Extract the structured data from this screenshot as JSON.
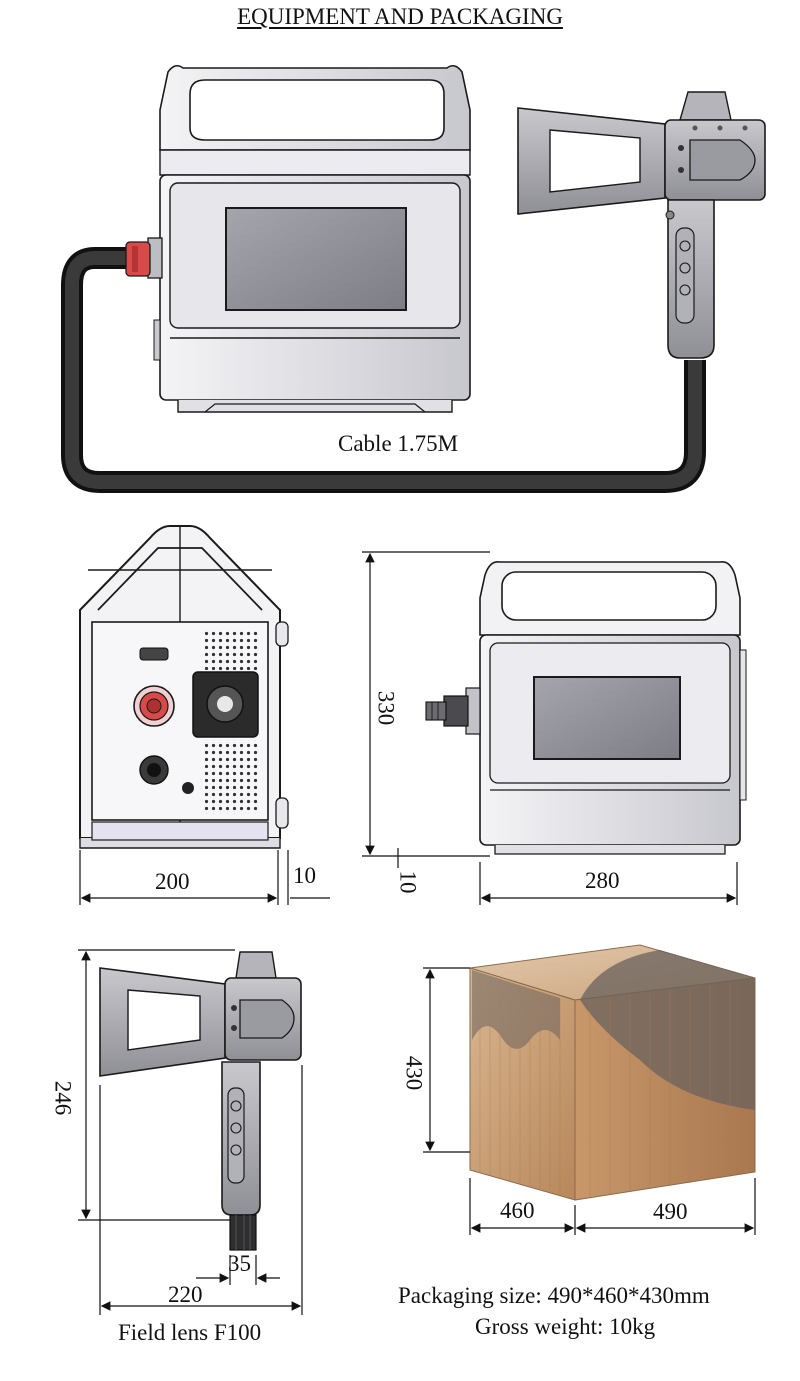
{
  "title": "EQUIPMENT AND PACKAGING",
  "labels": {
    "cable": "Cable 1.75M",
    "field_lens": "Field lens F100",
    "packaging_size": "Packaging size: 490*460*430mm",
    "gross_weight": "Gross weight: 10kg"
  },
  "dimensions": {
    "side_width": "200",
    "side_gap": "10",
    "front_height": "330",
    "front_base_offset": "10",
    "front_width": "280",
    "gun_height": "246",
    "gun_width": "220",
    "lens_width": "35",
    "box_height": "430",
    "box_depth": "460",
    "box_width": "490"
  },
  "colors": {
    "line": "#1a1a1a",
    "body_light": "#e6e6ea",
    "body_mid": "#c9c9cf",
    "screen": "#8e8e96",
    "cable": "#222222",
    "connector_red": "#d8494a",
    "gun": "#a9a9ae",
    "box_tan": "#c59a6e",
    "box_shadow": "#6a625e"
  }
}
